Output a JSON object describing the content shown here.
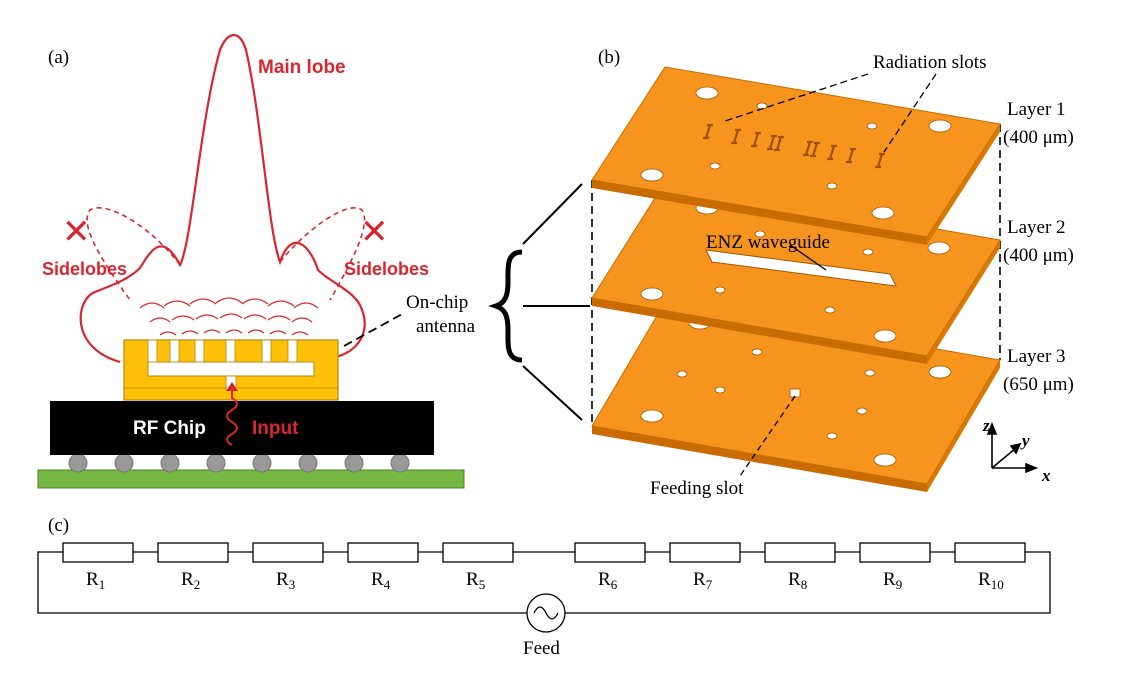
{
  "panel_a": {
    "label": "(a)",
    "main_lobe": "Main lobe",
    "sidelobes_left": "Sidelobes",
    "sidelobes_right": "Sidelobes",
    "on_chip_line1": "On-chip",
    "on_chip_line2": "antenna",
    "rf_chip": "RF Chip",
    "input": "Input",
    "cross_mark": "✕"
  },
  "panel_b": {
    "label": "(b)",
    "radiation_slots": "Radiation slots",
    "enz_waveguide": "ENZ waveguide",
    "feeding_slot": "Feeding slot",
    "layers": [
      {
        "name": "Layer 1",
        "thickness": "(400 μm)"
      },
      {
        "name": "Layer 2",
        "thickness": "(400 μm)"
      },
      {
        "name": "Layer 3",
        "thickness": "(650 μm)"
      }
    ],
    "axes": {
      "z": "z",
      "y": "y",
      "x": "x"
    }
  },
  "panel_c": {
    "label": "(c)",
    "resistors": [
      {
        "base": "R",
        "sub": "1"
      },
      {
        "base": "R",
        "sub": "2"
      },
      {
        "base": "R",
        "sub": "3"
      },
      {
        "base": "R",
        "sub": "4"
      },
      {
        "base": "R",
        "sub": "5"
      },
      {
        "base": "R",
        "sub": "6"
      },
      {
        "base": "R",
        "sub": "7"
      },
      {
        "base": "R",
        "sub": "8"
      },
      {
        "base": "R",
        "sub": "9"
      },
      {
        "base": "R",
        "sub": "10"
      }
    ],
    "feed": "Feed"
  },
  "colors": {
    "red": "#d9262e",
    "orange": "#f7941d",
    "gold": "#ffc107",
    "pcb_green": "#77b843",
    "chip_black": "#000000",
    "ball_gray": "#999999"
  }
}
